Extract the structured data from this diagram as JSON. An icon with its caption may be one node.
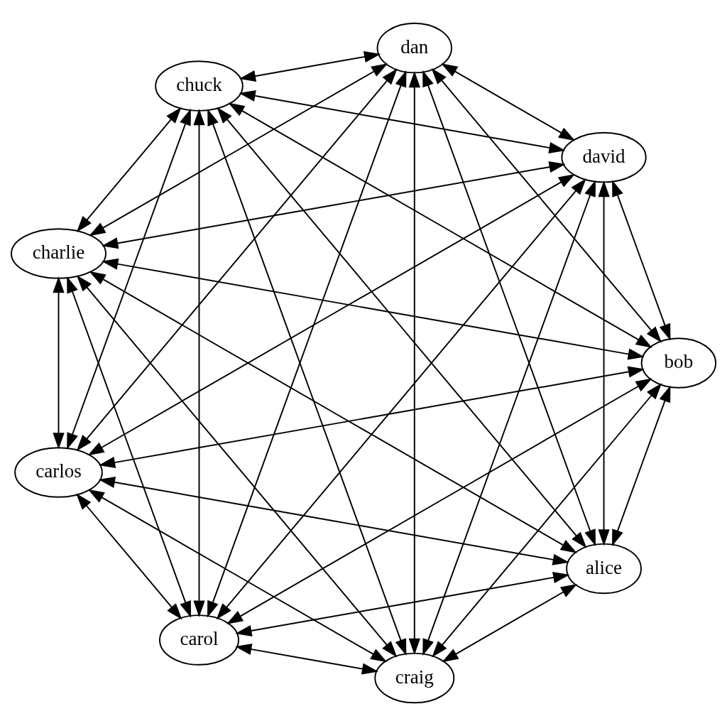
{
  "diagram": {
    "nodes": [
      {
        "text": [
          "dan"
        ]
      },
      {
        "text": [
          "chuck"
        ]
      },
      {
        "text": [
          "david"
        ]
      },
      {
        "text": [
          "charlie"
        ]
      },
      {
        "text": [
          "bob"
        ]
      },
      {
        "text": [
          "carlos"
        ]
      },
      {
        "text": [
          "alice"
        ]
      },
      {
        "text": [
          "carol"
        ]
      },
      {
        "text": [
          "craig"
        ]
      }
    ],
    "edges": [
      {
        "from": 0,
        "to": 2,
        "arrow": "both"
      },
      {
        "from": 2,
        "to": 4,
        "arrow": "both"
      },
      {
        "from": 4,
        "to": 6,
        "arrow": "both"
      },
      {
        "from": 6,
        "to": 8,
        "arrow": "both"
      },
      {
        "from": 8,
        "to": 7,
        "arrow": "both"
      },
      {
        "from": 7,
        "to": 5,
        "arrow": "both"
      },
      {
        "from": 5,
        "to": 3,
        "arrow": "both"
      },
      {
        "from": 3,
        "to": 1,
        "arrow": "both"
      },
      {
        "from": 1,
        "to": 0,
        "arrow": "both"
      },
      {
        "from": 0,
        "to": 4,
        "arrow": "both"
      },
      {
        "from": 2,
        "to": 6,
        "arrow": "both"
      },
      {
        "from": 4,
        "to": 8,
        "arrow": "both"
      },
      {
        "from": 6,
        "to": 7,
        "arrow": "both"
      },
      {
        "from": 8,
        "to": 5,
        "arrow": "both"
      },
      {
        "from": 7,
        "to": 3,
        "arrow": "both"
      },
      {
        "from": 5,
        "to": 1,
        "arrow": "both"
      },
      {
        "from": 3,
        "to": 0,
        "arrow": "both"
      },
      {
        "from": 1,
        "to": 2,
        "arrow": "both"
      },
      {
        "from": 0,
        "to": 6,
        "arrow": "both"
      },
      {
        "from": 2,
        "to": 8,
        "arrow": "both"
      },
      {
        "from": 4,
        "to": 7,
        "arrow": "both"
      },
      {
        "from": 6,
        "to": 5,
        "arrow": "both"
      },
      {
        "from": 8,
        "to": 3,
        "arrow": "both"
      },
      {
        "from": 7,
        "to": 1,
        "arrow": "both"
      },
      {
        "from": 5,
        "to": 0,
        "arrow": "both"
      },
      {
        "from": 3,
        "to": 2,
        "arrow": "both"
      },
      {
        "from": 1,
        "to": 4,
        "arrow": "both"
      },
      {
        "from": 0,
        "to": 8,
        "arrow": "both"
      },
      {
        "from": 2,
        "to": 7,
        "arrow": "both"
      },
      {
        "from": 4,
        "to": 5,
        "arrow": "both"
      },
      {
        "from": 6,
        "to": 3,
        "arrow": "both"
      },
      {
        "from": 8,
        "to": 1,
        "arrow": "both"
      },
      {
        "from": 7,
        "to": 0,
        "arrow": "both"
      },
      {
        "from": 5,
        "to": 2,
        "arrow": "both"
      },
      {
        "from": 3,
        "to": 4,
        "arrow": "both"
      },
      {
        "from": 1,
        "to": 6,
        "arrow": "both"
      }
    ]
  }
}
